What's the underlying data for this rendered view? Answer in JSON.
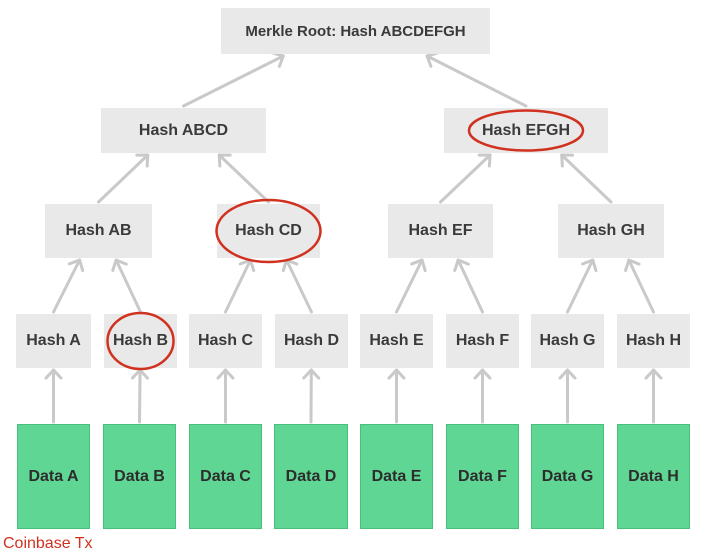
{
  "diagram": {
    "colors": {
      "hash_fill": "#e9e9e9",
      "data_fill": "#5fd693",
      "arrow": "#c9c9c9",
      "highlight": "#d0321f",
      "caption": "#d0321f"
    },
    "nodes": {
      "root": "Merkle Root: Hash ABCDEFGH",
      "abcd": "Hash ABCD",
      "efgh": "Hash EFGH",
      "ab": "Hash AB",
      "cd": "Hash CD",
      "ef": "Hash EF",
      "gh": "Hash GH",
      "a": "Hash A",
      "b": "Hash B",
      "c": "Hash C",
      "d": "Hash D",
      "e": "Hash E",
      "f": "Hash F",
      "g": "Hash G",
      "h": "Hash H",
      "data_a": "Data A",
      "data_b": "Data B",
      "data_c": "Data C",
      "data_d": "Data D",
      "data_e": "Data E",
      "data_f": "Data F",
      "data_g": "Data G",
      "data_h": "Data H"
    },
    "edges": [
      [
        "data_a",
        "a"
      ],
      [
        "data_b",
        "b"
      ],
      [
        "data_c",
        "c"
      ],
      [
        "data_d",
        "d"
      ],
      [
        "data_e",
        "e"
      ],
      [
        "data_f",
        "f"
      ],
      [
        "data_g",
        "g"
      ],
      [
        "data_h",
        "h"
      ],
      [
        "a",
        "ab"
      ],
      [
        "b",
        "ab"
      ],
      [
        "c",
        "cd"
      ],
      [
        "d",
        "cd"
      ],
      [
        "e",
        "ef"
      ],
      [
        "f",
        "ef"
      ],
      [
        "g",
        "gh"
      ],
      [
        "h",
        "gh"
      ],
      [
        "ab",
        "abcd"
      ],
      [
        "cd",
        "abcd"
      ],
      [
        "ef",
        "efgh"
      ],
      [
        "gh",
        "efgh"
      ],
      [
        "abcd",
        "root"
      ],
      [
        "efgh",
        "root"
      ]
    ],
    "highlighted": [
      "b",
      "cd",
      "efgh"
    ],
    "caption": "Coinbase Tx"
  }
}
